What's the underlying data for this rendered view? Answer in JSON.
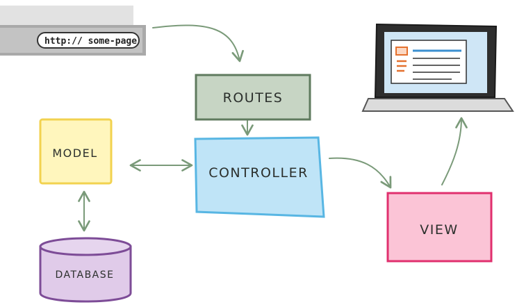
{
  "browser": {
    "url": "http:// some-page"
  },
  "nodes": {
    "routes": "ROUTES",
    "controller": "CONTROLLER",
    "model": "MODEL",
    "view": "VIEW",
    "database": "DATABASE"
  },
  "colors": {
    "arrow": "#7a9a79",
    "routes_fill": "#c7d5c4",
    "routes_stroke": "#5f7a5e",
    "controller_fill": "#bfe4f7",
    "controller_stroke": "#58b6e3",
    "model_fill": "#fff6bd",
    "model_stroke": "#f2d24f",
    "view_fill": "#fbc4d6",
    "view_stroke": "#e0306e",
    "database_fill": "#e0cbe9",
    "database_stroke": "#7d4c97",
    "laptop_screen": "#cfe6f6",
    "laptop_accent": "#e4712e",
    "laptop_lines": "#3b8fd0"
  }
}
